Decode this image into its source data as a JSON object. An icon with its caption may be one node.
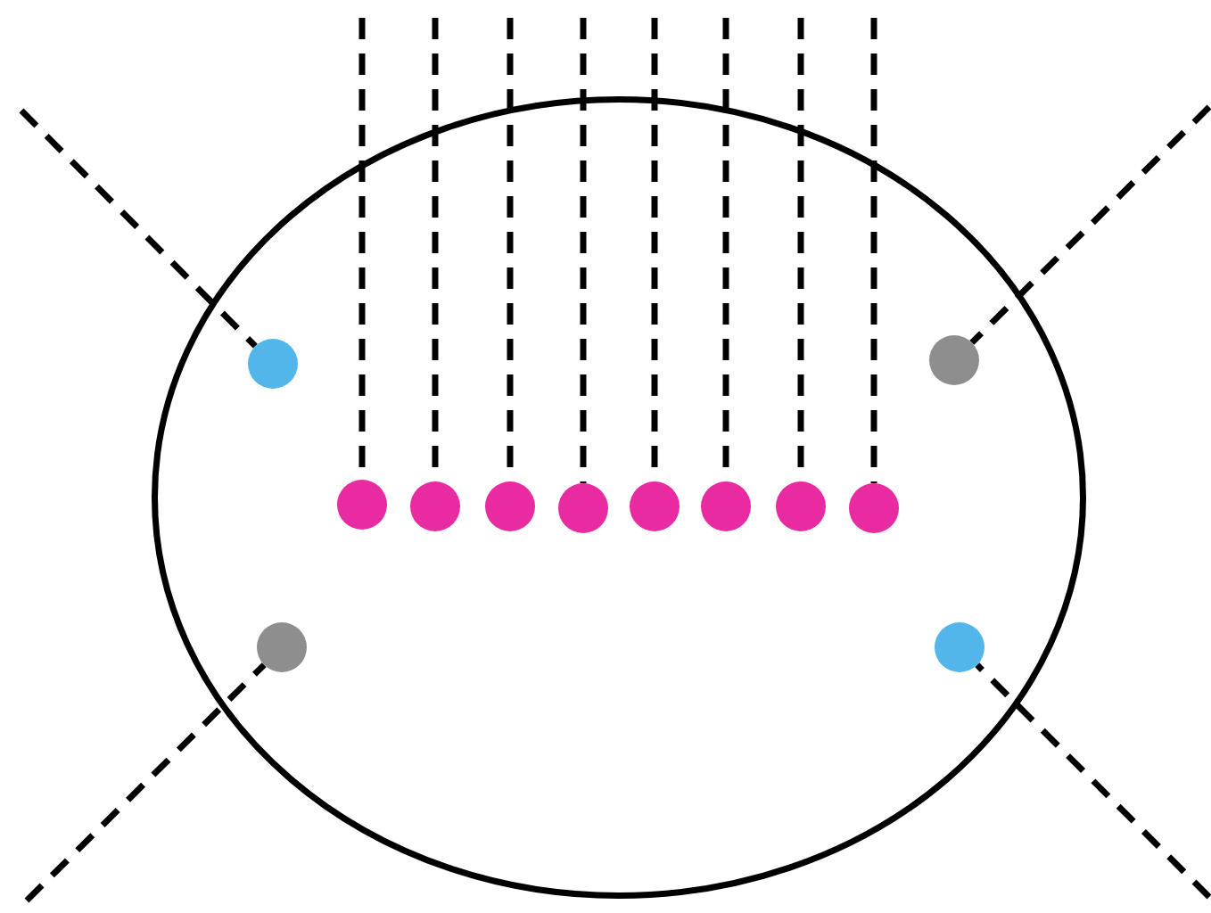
{
  "diagram": {
    "nodes": [
      {
        "text": [],
        "shape": "ellipse"
      },
      {
        "text": [],
        "shape": "circle",
        "in": 0
      },
      {
        "text": [],
        "shape": "circle",
        "in": 0
      },
      {
        "text": [],
        "shape": "circle",
        "in": 0
      },
      {
        "text": [],
        "shape": "circle",
        "in": 0
      },
      {
        "text": [],
        "shape": "circle",
        "in": 0
      },
      {
        "text": [],
        "shape": "circle",
        "in": 0
      },
      {
        "text": [],
        "shape": "circle",
        "in": 0
      },
      {
        "text": [],
        "shape": "circle",
        "in": 0
      },
      {
        "text": [],
        "shape": "circle",
        "in": 0
      },
      {
        "text": [],
        "shape": "circle",
        "in": 0
      },
      {
        "text": [],
        "shape": "circle",
        "in": 0
      },
      {
        "text": [],
        "shape": "circle",
        "in": 0
      }
    ],
    "edges": [
      {
        "from": null,
        "to": 1,
        "arrow": "none"
      },
      {
        "from": null,
        "to": 2,
        "arrow": "none"
      },
      {
        "from": null,
        "to": 3,
        "arrow": "none"
      },
      {
        "from": null,
        "to": 4,
        "arrow": "none"
      },
      {
        "from": null,
        "to": 5,
        "arrow": "none"
      },
      {
        "from": null,
        "to": 6,
        "arrow": "none"
      },
      {
        "from": null,
        "to": 7,
        "arrow": "none"
      },
      {
        "from": null,
        "to": 8,
        "arrow": "none"
      },
      {
        "from": null,
        "to": 9,
        "arrow": "none"
      },
      {
        "from": null,
        "to": 10,
        "arrow": "none"
      },
      {
        "from": null,
        "to": 11,
        "arrow": "none"
      },
      {
        "from": null,
        "to": 12,
        "arrow": "none"
      }
    ]
  }
}
